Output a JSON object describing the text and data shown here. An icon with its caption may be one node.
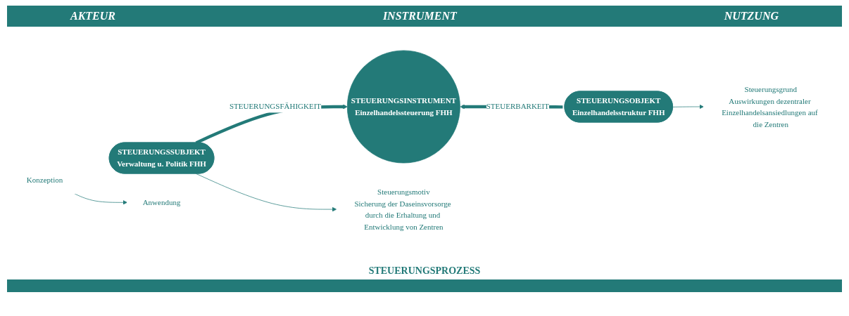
{
  "diagram": {
    "nodes": [
      {
        "text": [
          "STEUERUNGSSUBJEKT",
          "Verwaltung u. Politik FHH"
        ]
      },
      {
        "text": [
          "STEUERUNGSINSTRUMENT",
          "Einzelhandelssteuerung FHH"
        ]
      },
      {
        "text": [
          "Konzeption"
        ]
      },
      {
        "text": [
          "Anwendung"
        ]
      },
      {
        "text": [
          "STEUERUNGSOBJEKT",
          "Einzelhandelsstruktur FHH"
        ]
      },
      {
        "text": [
          "Steuerungsmotiv",
          "Sicherung der Daseinsvorsorge durch die Erhaltung und Entwicklung von Zentren"
        ]
      },
      {
        "text": [
          "Steuerungsgrund",
          "Auswirkungen dezentraler Einzelhandelsansiedlungen auf die Zentren"
        ]
      }
    ],
    "edges": [
      {
        "from": 0,
        "to": 1,
        "arrow": "to",
        "label": "STEUERUNGSFÄHIGKEIT",
        "style": "thick"
      },
      {
        "from": 4,
        "to": 1,
        "arrow": "to",
        "label": "STEUERBARKEIT",
        "style": "thick"
      },
      {
        "from": 2,
        "to": 3,
        "arrow": "to"
      },
      {
        "from": 0,
        "to": 5,
        "arrow": "to"
      },
      {
        "from": 4,
        "to": 6,
        "arrow": "to"
      }
    ],
    "labels": [
      "AKTEUR",
      "INSTRUMENT",
      "NUTZUNG",
      "STEUERUNGSPROZESS"
    ]
  }
}
